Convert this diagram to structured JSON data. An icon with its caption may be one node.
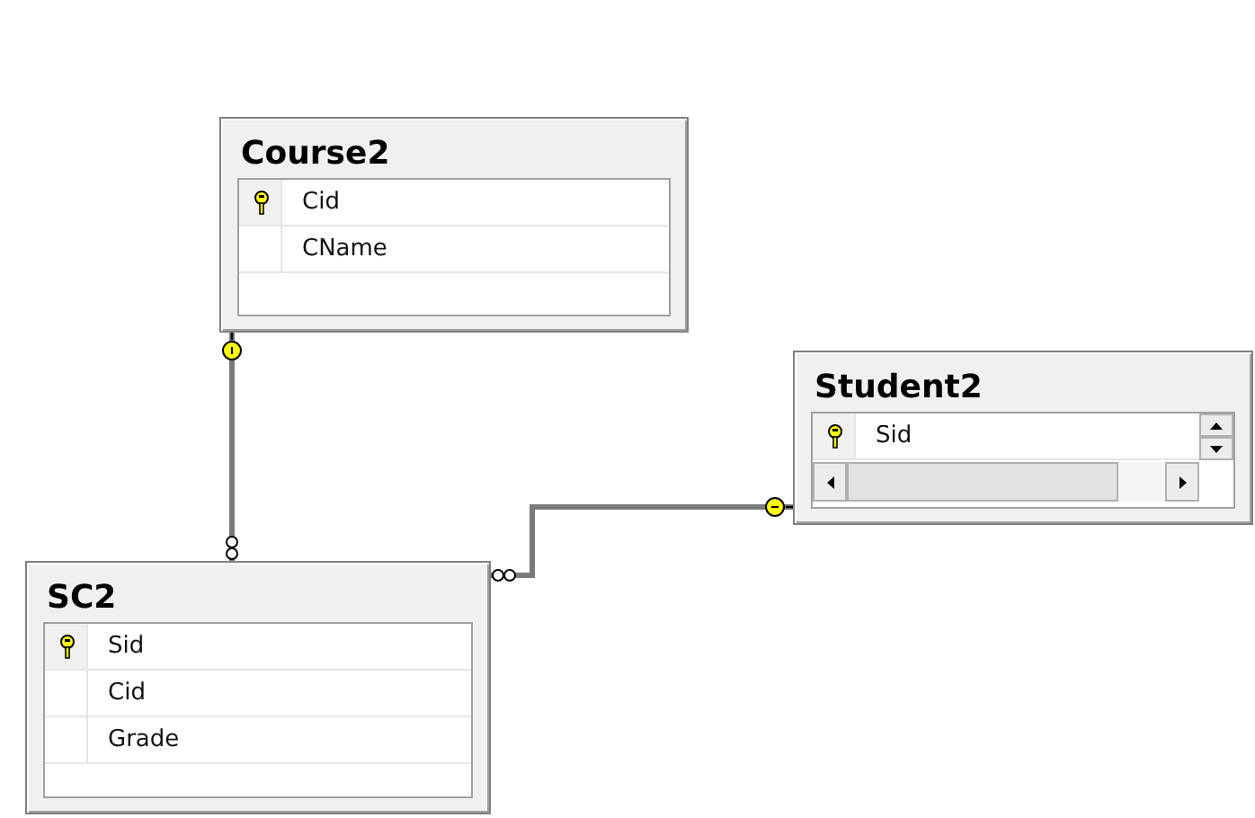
{
  "diagram": {
    "nodes": [
      {
        "text": [
          "Course2",
          "Cid",
          "CName"
        ]
      },
      {
        "text": [
          "Student2",
          "Sid"
        ]
      },
      {
        "text": [
          "SC2",
          "Sid",
          "Cid",
          "Grade"
        ]
      }
    ],
    "edges": [
      {
        "from": 0,
        "to": 2,
        "arrow": "other"
      },
      {
        "from": 1,
        "to": 2,
        "arrow": "other"
      }
    ]
  }
}
